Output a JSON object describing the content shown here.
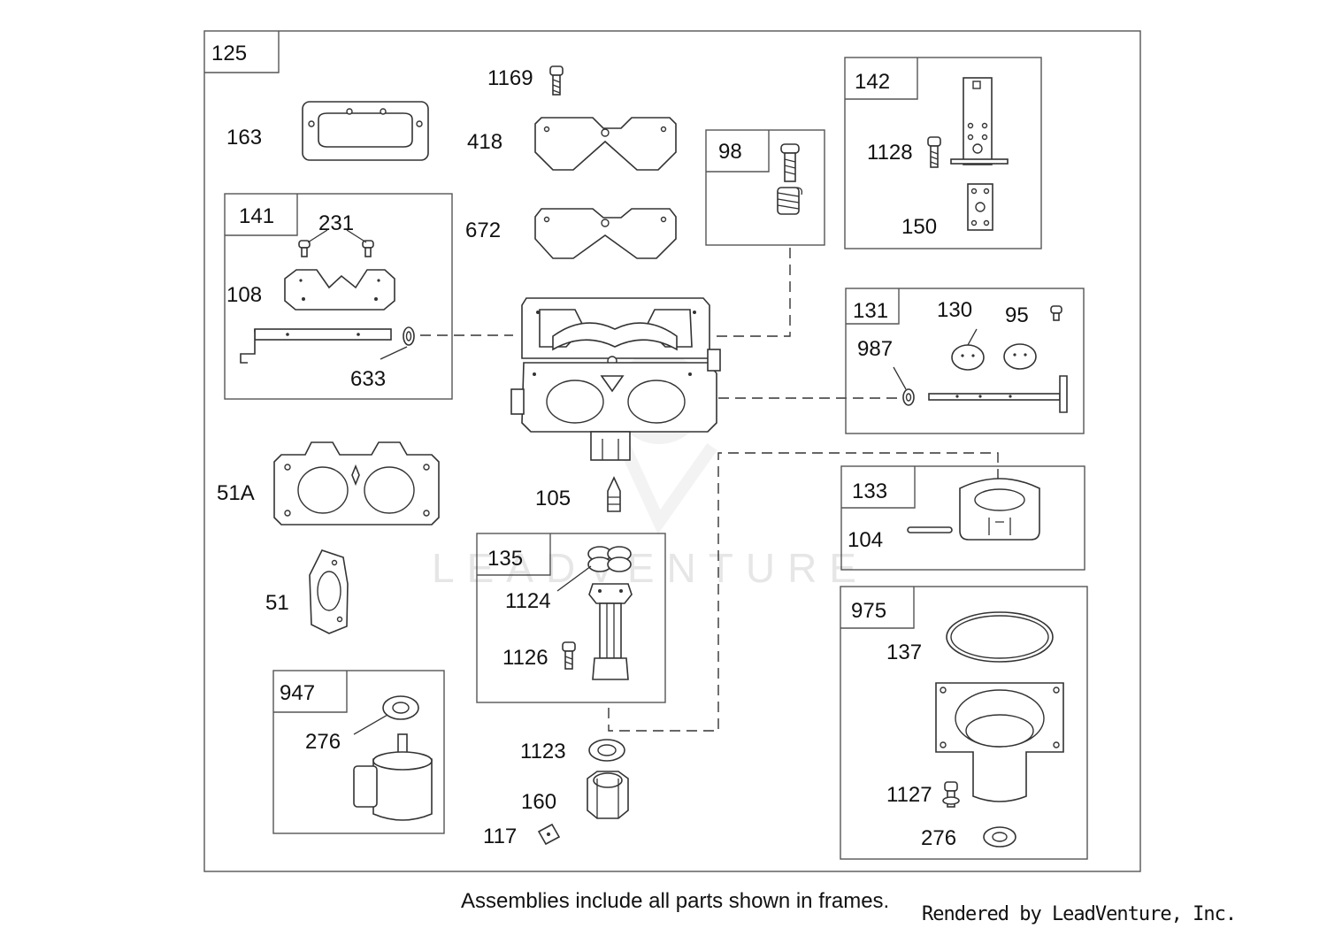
{
  "diagram": {
    "labels": {
      "l125": "125",
      "l1169": "1169",
      "l163": "163",
      "l418": "418",
      "l98": "98",
      "l142": "142",
      "l1128": "1128",
      "l150": "150",
      "l141": "141",
      "l231": "231",
      "l672": "672",
      "l108": "108",
      "l633": "633",
      "l131": "131",
      "l130": "130",
      "l95": "95",
      "l987": "987",
      "l51A": "51A",
      "l105": "105",
      "l133": "133",
      "l104": "104",
      "l135": "135",
      "l1124": "1124",
      "l51": "51",
      "l975": "975",
      "l137": "137",
      "l1126": "1126",
      "l947": "947",
      "l276a": "276",
      "l1123": "1123",
      "l160": "160",
      "l117": "117",
      "l1127": "1127",
      "l276b": "276"
    }
  },
  "footer": {
    "note": "Assemblies include all parts shown in frames.",
    "credit": "Rendered by LeadVenture, Inc."
  },
  "watermark": {
    "text": "LEADVENTURE"
  }
}
